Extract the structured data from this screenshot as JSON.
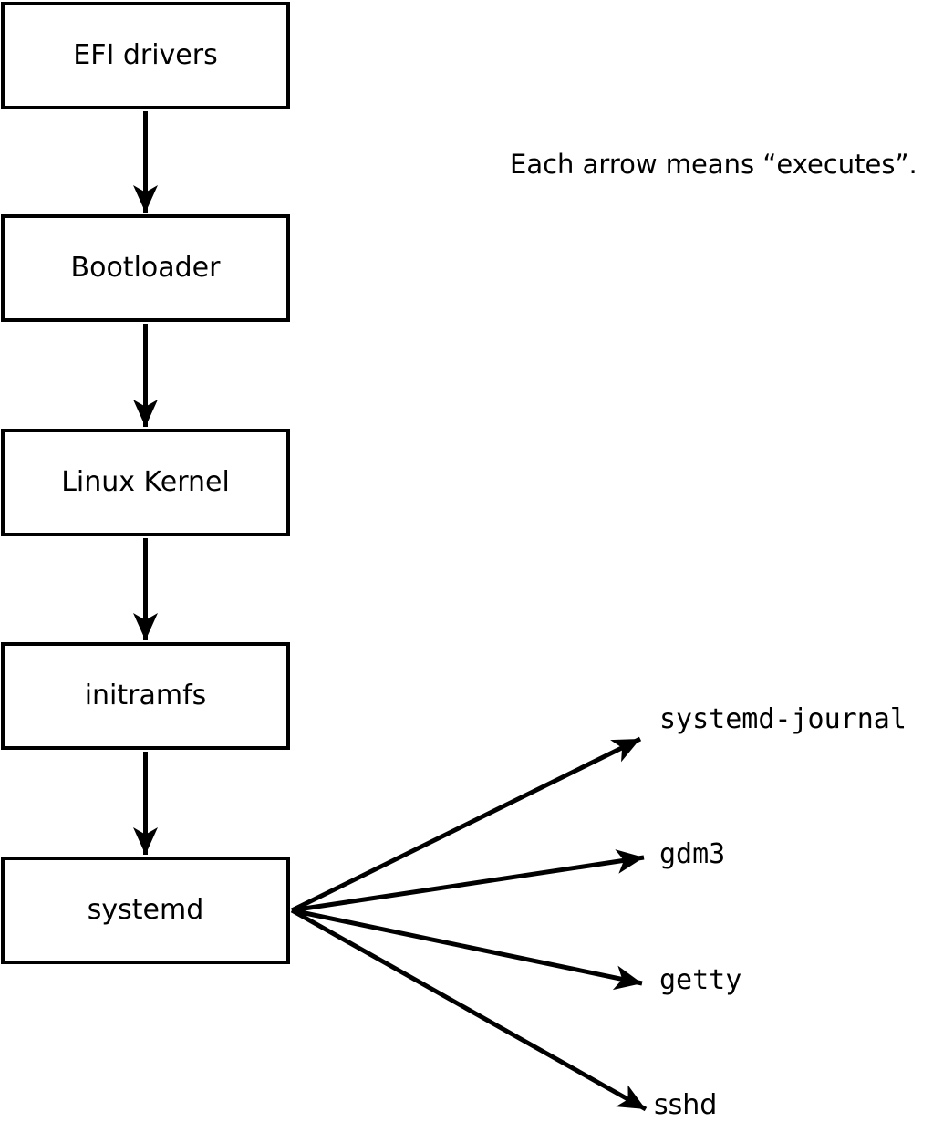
{
  "diagram": {
    "annotation": "Each arrow means “executes”.",
    "chain": [
      {
        "label": "EFI drivers"
      },
      {
        "label": "Bootloader"
      },
      {
        "label": "Linux Kernel"
      },
      {
        "label": "initramfs"
      },
      {
        "label": "systemd"
      }
    ],
    "leaves": [
      {
        "label": "systemd-journal"
      },
      {
        "label": "gdm3"
      },
      {
        "label": "getty"
      },
      {
        "label": "sshd"
      }
    ],
    "edges": [
      {
        "from": "EFI drivers",
        "to": "Bootloader"
      },
      {
        "from": "Bootloader",
        "to": "Linux Kernel"
      },
      {
        "from": "Linux Kernel",
        "to": "initramfs"
      },
      {
        "from": "initramfs",
        "to": "systemd"
      },
      {
        "from": "systemd",
        "to": "systemd-journal"
      },
      {
        "from": "systemd",
        "to": "gdm3"
      },
      {
        "from": "systemd",
        "to": "getty"
      },
      {
        "from": "systemd",
        "to": "sshd"
      }
    ],
    "colors": {
      "foreground": "#000000",
      "background": "#ffffff",
      "node_fill": "#ffffff"
    }
  }
}
